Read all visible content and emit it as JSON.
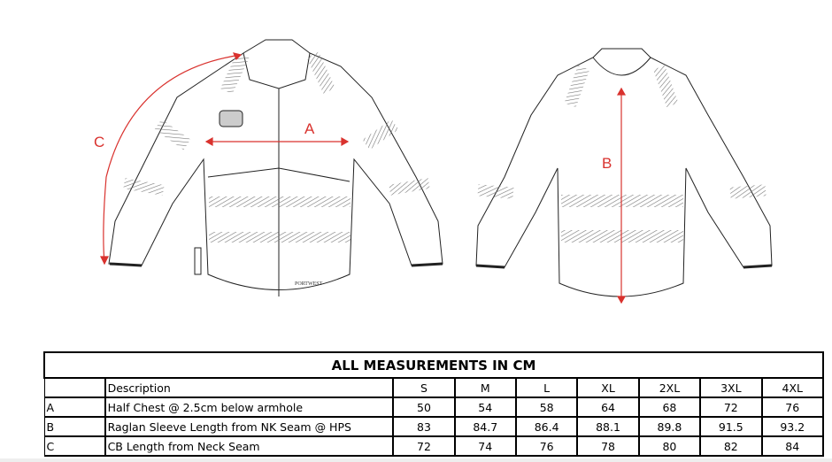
{
  "diagram": {
    "labels": {
      "a": "A",
      "b": "B",
      "c": "C"
    },
    "brand_text": "PORTWEST",
    "accent_color": "#d9322e"
  },
  "table": {
    "title": "ALL MEASUREMENTS IN CM",
    "header": {
      "key": "",
      "description": "Description",
      "sizes": [
        "S",
        "M",
        "L",
        "XL",
        "2XL",
        "3XL",
        "4XL"
      ]
    },
    "rows": [
      {
        "key": "A",
        "description": "Half Chest @ 2.5cm below armhole",
        "values": [
          "50",
          "54",
          "58",
          "64",
          "68",
          "72",
          "76"
        ]
      },
      {
        "key": "B",
        "description": "Raglan Sleeve Length from NK Seam @ HPS",
        "values": [
          "83",
          "84.7",
          "86.4",
          "88.1",
          "89.8",
          "91.5",
          "93.2"
        ]
      },
      {
        "key": "C",
        "description": "CB Length from Neck Seam",
        "values": [
          "72",
          "74",
          "76",
          "78",
          "80",
          "82",
          "84"
        ]
      }
    ]
  }
}
